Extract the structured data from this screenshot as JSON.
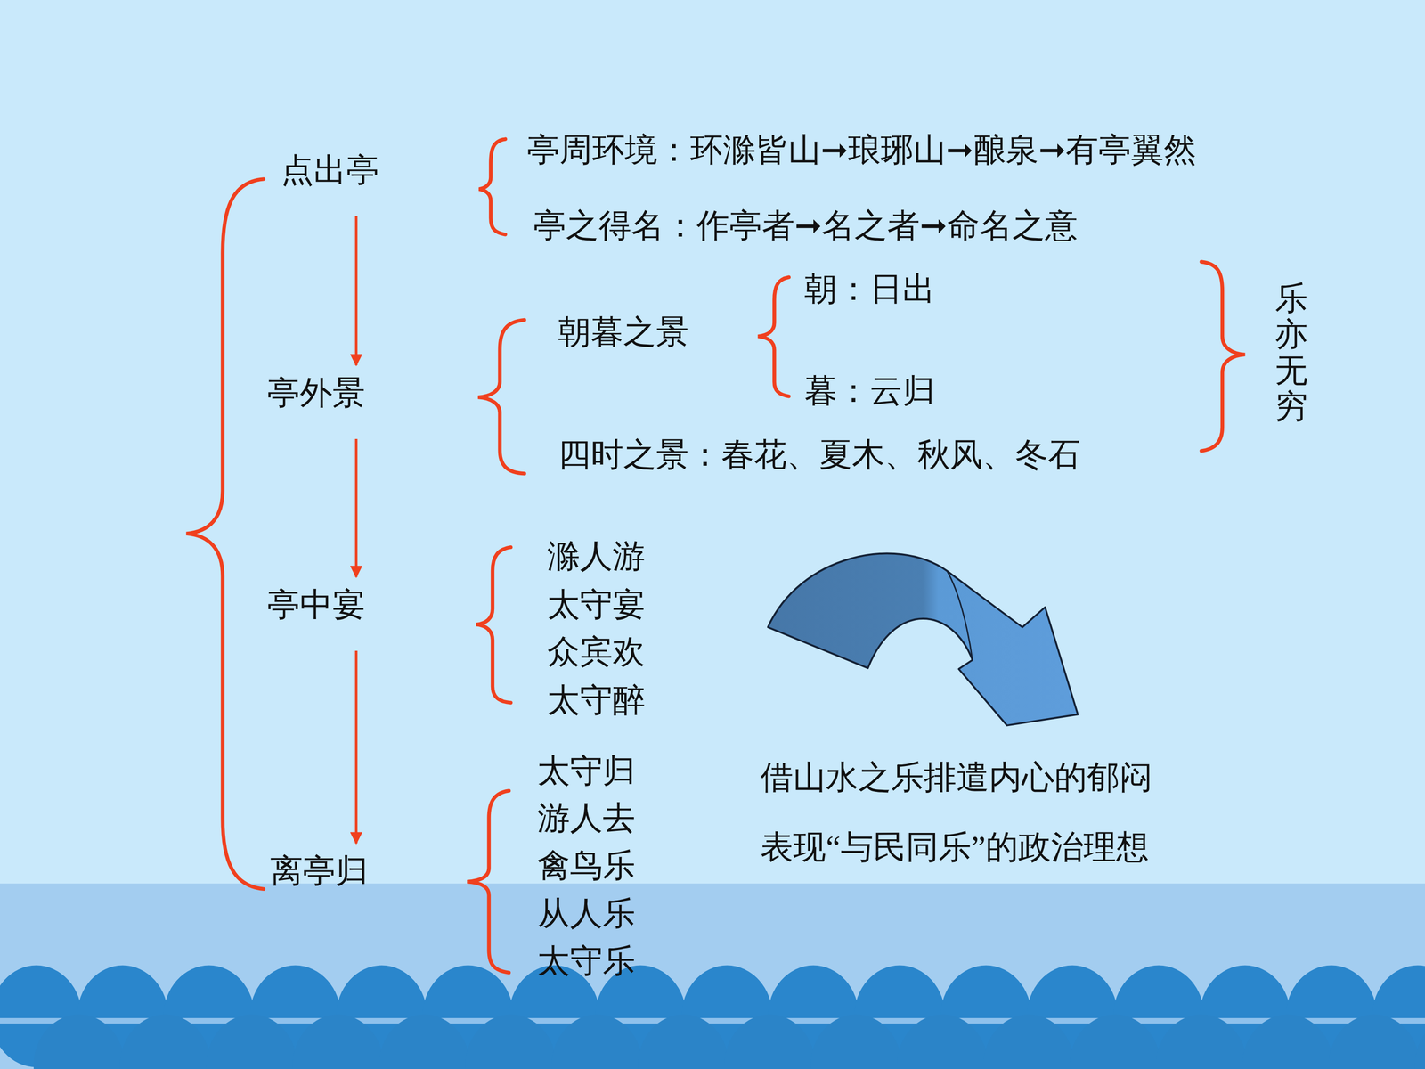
{
  "diagram": {
    "nodes": [
      {
        "text": [
          "点出亭"
        ]
      },
      {
        "text": [
          "亭外景"
        ]
      },
      {
        "text": [
          "亭中宴"
        ]
      },
      {
        "text": [
          "离亭归"
        ]
      }
    ],
    "edges": [
      {
        "from": 0,
        "to": 1,
        "arrow": "to"
      },
      {
        "from": 1,
        "to": 2,
        "arrow": "to"
      },
      {
        "from": 2,
        "to": 3,
        "arrow": "to"
      }
    ],
    "labels": [
      "亭周环境：环滁皆山➞琅琊山➞酿泉➞有亭翼然",
      "亭之得名：作亭者➞名之者➞命名之意",
      "朝暮之景",
      "朝：日出",
      "暮：云归",
      "四时之景：春花、夏木、秋风、冬石",
      "乐亦无穷",
      "滁人游",
      "太守宴",
      "众宾欢",
      "太守醉",
      "太守归",
      "游人去",
      "禽鸟乐",
      "从人乐",
      "太守乐",
      "借山水之乐排遣内心的郁闷",
      "表现“与民同乐”的政治理想"
    ]
  }
}
